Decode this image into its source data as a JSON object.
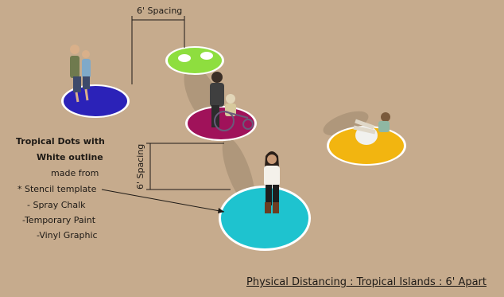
{
  "dimensions": {
    "top_label": "6' Spacing",
    "side_label": "6' Spacing"
  },
  "legend": {
    "line1": "Tropical Dots with",
    "line2": "White outline",
    "line3": "made from",
    "line4": "* Stencil template",
    "line5": "- Spray Chalk",
    "line6": "-Temporary Paint",
    "line7": "-Vinyl Graphic"
  },
  "caption": "Physical Distancing : Tropical Islands : 6' Apart",
  "colors": {
    "ground": "#c6ab8d",
    "dot_blue": "#2b22b8",
    "dot_green": "#8ede3f",
    "dot_magenta": "#a0125a",
    "dot_yellow": "#f2b510",
    "dot_cyan": "#1ec3cf",
    "outline": "#ffffff"
  }
}
